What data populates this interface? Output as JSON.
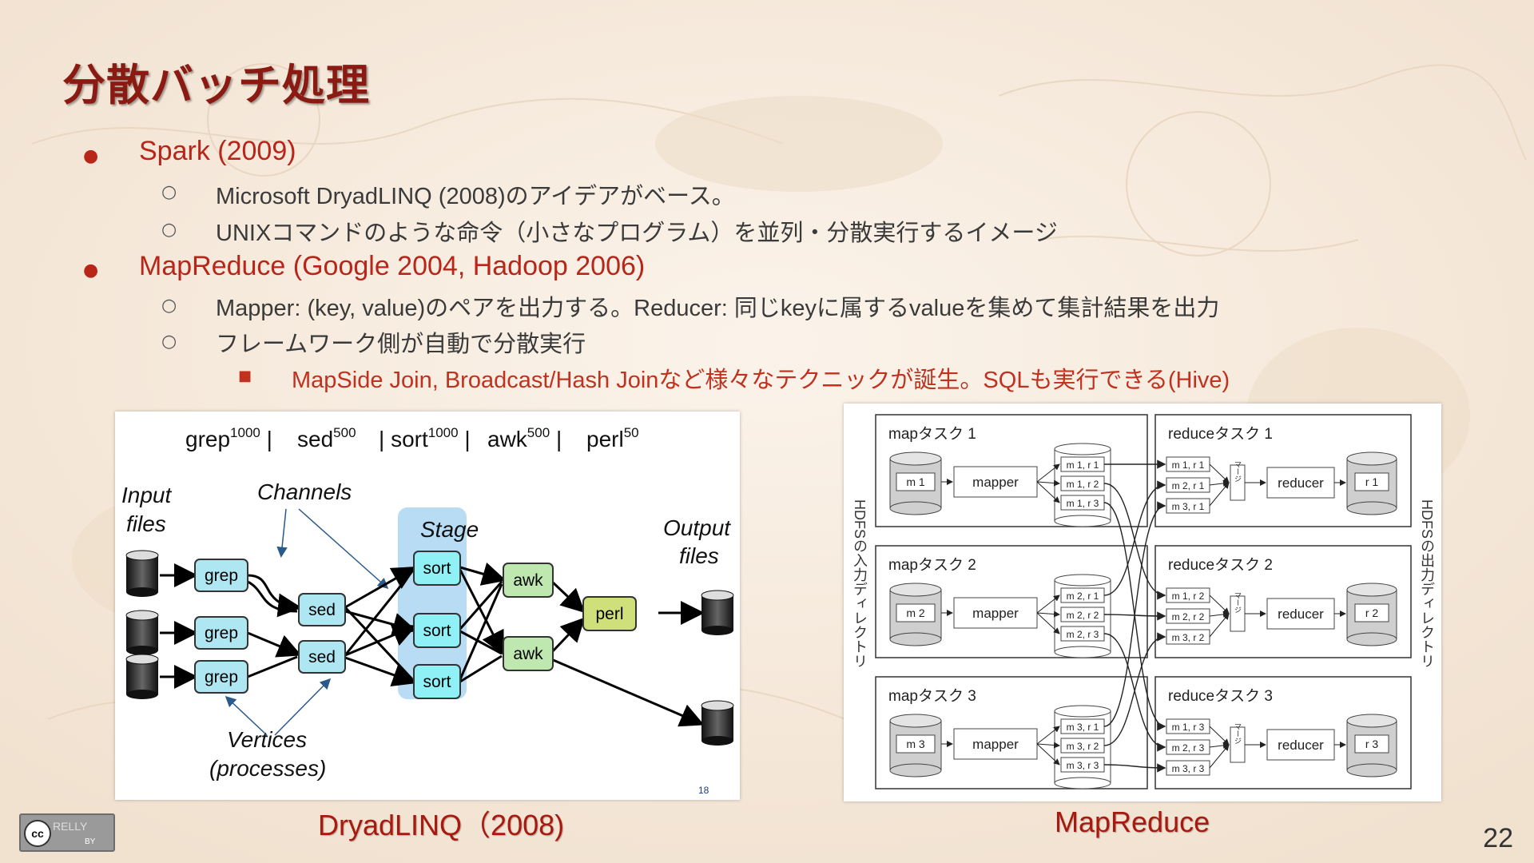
{
  "slide": {
    "title": "分散バッチ処理",
    "page_number": "22"
  },
  "bullets": {
    "spark": "Spark (2009)",
    "spark_sub1": "Microsoft DryadLINQ (2008)のアイデアがベース。",
    "spark_sub2": "UNIXコマンドのような命令（小さなプログラム）を並列・分散実行するイメージ",
    "mapreduce": "MapReduce (Google 2004, Hadoop 2006)",
    "mr_sub1": "Mapper: (key, value)のペアを出力する。Reducer: 同じkeyに属するvalueを集めて集計結果を出力",
    "mr_sub2": "フレームワーク側が自動で分散実行",
    "mr_sub2_sub1": "MapSide Join, Broadcast/Hash Joinなど様々なテクニックが誕生。SQLも実行できる(Hive)"
  },
  "markers": {
    "level1": "●",
    "level2": "○",
    "level3": "■"
  },
  "dryad": {
    "caption": "DryadLINQ（2008)",
    "header": {
      "grep": "grep",
      "grep_sup": "1000",
      "sed": "sed",
      "sed_sup": "500",
      "sort": "sort",
      "sort_sup": "1000",
      "awk": "awk",
      "awk_sup": "500",
      "perl": "perl",
      "perl_sup": "50",
      "sep": "|"
    },
    "input_label_1": "Input",
    "input_label_2": "files",
    "channels_label": "Channels",
    "stage_label": "Stage",
    "output_label_1": "Output",
    "output_label_2": "files",
    "vertices_label_1": "Vertices",
    "vertices_label_2": "(processes)",
    "slide_num": "18",
    "nodes": {
      "grep": "grep",
      "sed": "sed",
      "sort": "sort",
      "awk": "awk",
      "perl": "perl"
    },
    "colors": {
      "grep": "#aee6f2",
      "sed": "#aee6f2",
      "sort": "#8ff0f5",
      "awk": "#bfe8b0",
      "perl": "#cfe07a",
      "stage": "#b8dcf4"
    }
  },
  "mapreduce_fig": {
    "caption": "MapReduce",
    "hdfs_in": "HDFSの入力ディレクトリ",
    "hdfs_out": "HDFSの出力ディレクトリ",
    "map_tasks": [
      {
        "label": "mapタスク 1",
        "input": "m 1",
        "mapper": "mapper",
        "parts": [
          "m 1, r 1",
          "m 1, r 2",
          "m 1, r 3"
        ]
      },
      {
        "label": "mapタスク 2",
        "input": "m 2",
        "mapper": "mapper",
        "parts": [
          "m 2, r 1",
          "m 2, r 2",
          "m 2, r 3"
        ]
      },
      {
        "label": "mapタスク 3",
        "input": "m 3",
        "mapper": "mapper",
        "parts": [
          "m 3, r 1",
          "m 3, r 2",
          "m 3, r 3"
        ]
      }
    ],
    "reduce_tasks": [
      {
        "label": "reduceタスク 1",
        "parts": [
          "m 1, r 1",
          "m 2, r 1",
          "m 3, r 1"
        ],
        "merge": "マージ",
        "reducer": "reducer",
        "output": "r 1"
      },
      {
        "label": "reduceタスク 2",
        "parts": [
          "m 1, r 2",
          "m 2, r 2",
          "m 3, r 2"
        ],
        "merge": "マージ",
        "reducer": "reducer",
        "output": "r 2"
      },
      {
        "label": "reduceタスク 3",
        "parts": [
          "m 1, r 3",
          "m 2, r 3",
          "m 3, r 3"
        ],
        "merge": "マージ",
        "reducer": "reducer",
        "output": "r 3"
      }
    ]
  },
  "license": {
    "cc": "cc",
    "by": "BY",
    "text": "RELLY"
  }
}
